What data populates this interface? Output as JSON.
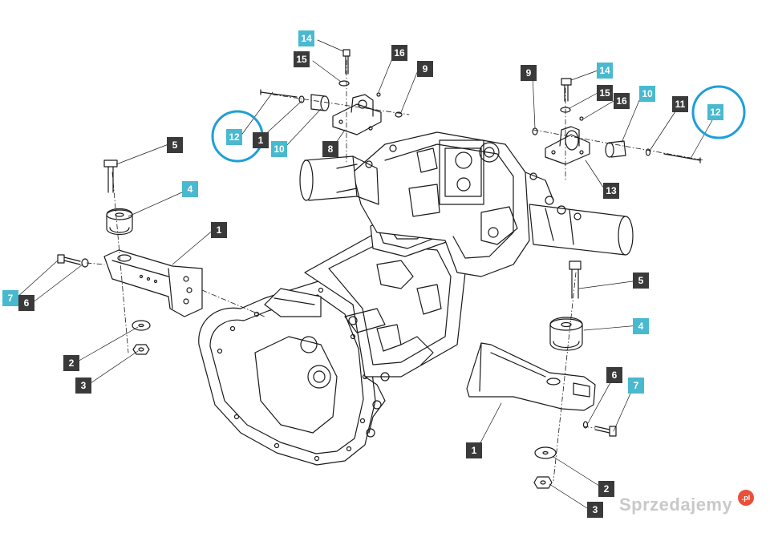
{
  "diagram": {
    "colors": {
      "line": "#1a1a1a",
      "callout_dark": "#3a3a3a",
      "callout_cyan": "#49b9cf",
      "highlight": "#1e9fd8"
    },
    "callouts": [
      {
        "id": "c14a",
        "text": "14",
        "style": "cyan"
      },
      {
        "id": "c15a",
        "text": "15",
        "style": "dark"
      },
      {
        "id": "c16a",
        "text": "16",
        "style": "dark"
      },
      {
        "id": "c9a",
        "text": "9",
        "style": "dark"
      },
      {
        "id": "c12a",
        "text": "12",
        "style": "cyan"
      },
      {
        "id": "c1a",
        "text": "1",
        "style": "dark"
      },
      {
        "id": "c10a",
        "text": "10",
        "style": "cyan"
      },
      {
        "id": "c8",
        "text": "8",
        "style": "dark"
      },
      {
        "id": "c5a",
        "text": "5",
        "style": "dark"
      },
      {
        "id": "c4a",
        "text": "4",
        "style": "cyan"
      },
      {
        "id": "c1b",
        "text": "1",
        "style": "dark"
      },
      {
        "id": "c7a",
        "text": "7",
        "style": "cyan"
      },
      {
        "id": "c6a",
        "text": "6",
        "style": "dark"
      },
      {
        "id": "c2a",
        "text": "2",
        "style": "dark"
      },
      {
        "id": "c3a",
        "text": "3",
        "style": "dark"
      },
      {
        "id": "c9b",
        "text": "9",
        "style": "dark"
      },
      {
        "id": "c14b",
        "text": "14",
        "style": "cyan"
      },
      {
        "id": "c15b",
        "text": "15",
        "style": "dark"
      },
      {
        "id": "c16b",
        "text": "16",
        "style": "dark"
      },
      {
        "id": "c10b",
        "text": "10",
        "style": "cyan"
      },
      {
        "id": "c11",
        "text": "11",
        "style": "dark"
      },
      {
        "id": "c12b",
        "text": "12",
        "style": "cyan"
      },
      {
        "id": "c13",
        "text": "13",
        "style": "dark"
      },
      {
        "id": "c5b",
        "text": "5",
        "style": "dark"
      },
      {
        "id": "c4b",
        "text": "4",
        "style": "cyan"
      },
      {
        "id": "c6b",
        "text": "6",
        "style": "dark"
      },
      {
        "id": "c7b",
        "text": "7",
        "style": "cyan"
      },
      {
        "id": "c1c",
        "text": "1",
        "style": "dark"
      },
      {
        "id": "c2b",
        "text": "2",
        "style": "dark"
      },
      {
        "id": "c3b",
        "text": "3",
        "style": "dark"
      }
    ]
  },
  "watermark": {
    "text": "Sprzedajemy",
    "badge": ".pl"
  }
}
